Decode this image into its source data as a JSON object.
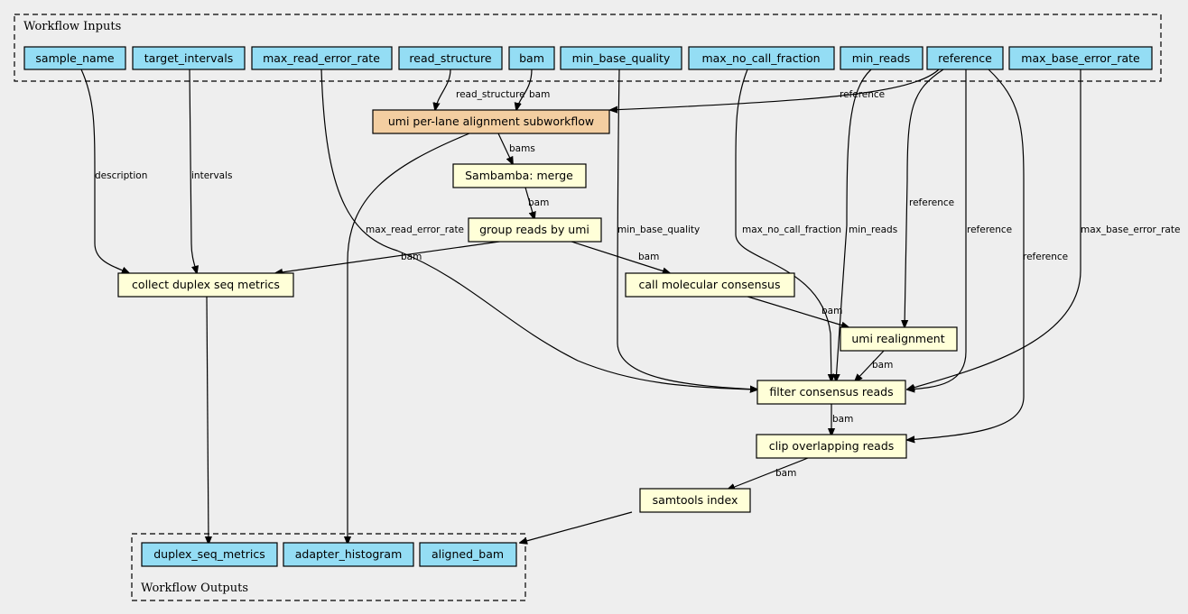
{
  "colors": {
    "background": "#eeeeee",
    "io_node": "#94ddf4",
    "step_node": "#ffffd8",
    "subworkflow_node": "#f3cea1"
  },
  "clusters": {
    "inputs_label": "Workflow Inputs",
    "outputs_label": "Workflow Outputs"
  },
  "inputs": {
    "sample_name": "sample_name",
    "target_intervals": "target_intervals",
    "max_read_error_rate": "max_read_error_rate",
    "read_structure": "read_structure",
    "bam": "bam",
    "min_base_quality": "min_base_quality",
    "max_no_call_fraction": "max_no_call_fraction",
    "min_reads": "min_reads",
    "reference": "reference",
    "max_base_error_rate": "max_base_error_rate"
  },
  "steps": {
    "umi_alignment": "umi per-lane alignment subworkflow",
    "sambamba_merge": "Sambamba: merge",
    "group_reads": "group reads by umi",
    "collect_metrics": "collect duplex seq metrics",
    "call_consensus": "call molecular consensus",
    "umi_realignment": "umi realignment",
    "filter_consensus": "filter consensus reads",
    "clip_overlapping": "clip overlapping reads",
    "samtools_index": "samtools index"
  },
  "outputs": {
    "duplex_seq_metrics": "duplex_seq_metrics",
    "adapter_histogram": "adapter_histogram",
    "aligned_bam": "aligned_bam"
  },
  "edge_labels": {
    "read_structure": "read_structure",
    "bam": "bam",
    "reference": "reference",
    "bams": "bams",
    "description": "description",
    "intervals": "intervals",
    "max_read_error_rate": "max_read_error_rate",
    "min_base_quality": "min_base_quality",
    "max_no_call_fraction": "max_no_call_fraction",
    "min_reads": "min_reads",
    "max_base_error_rate": "max_base_error_rate"
  }
}
